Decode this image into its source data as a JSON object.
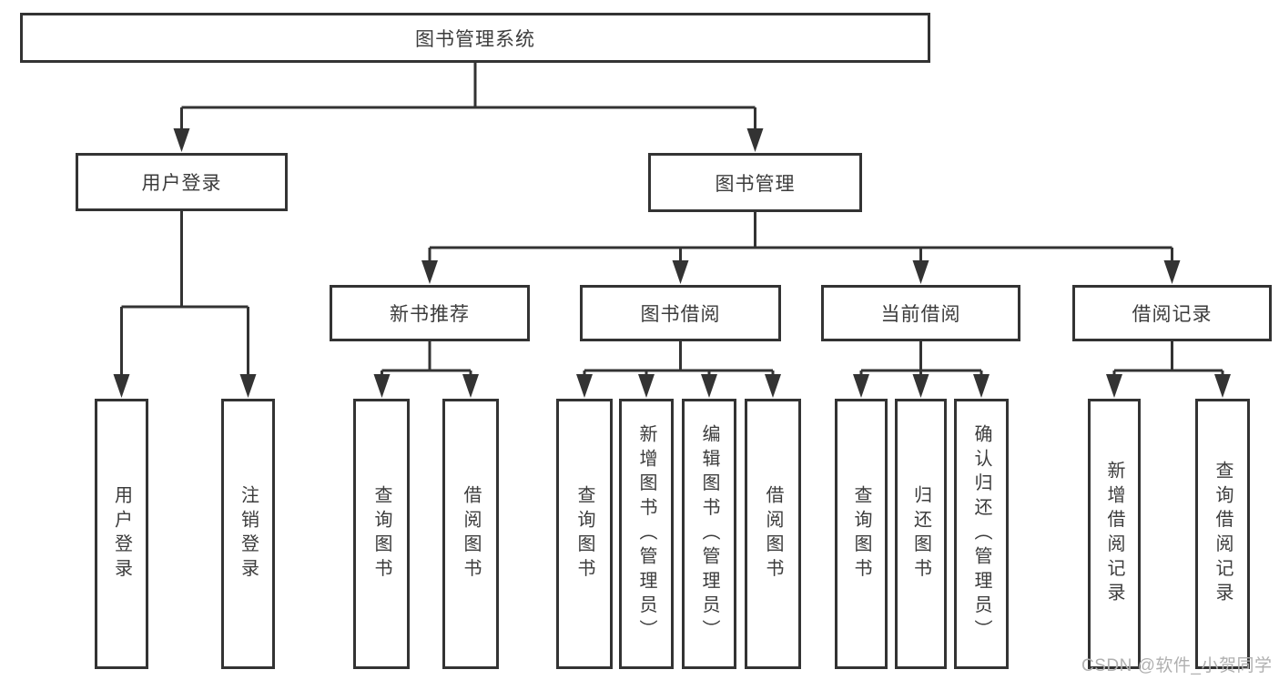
{
  "tree": {
    "root": {
      "label": "图书管理系统"
    },
    "children": [
      {
        "label": "用户登录",
        "children": [
          {
            "label": "用户登录"
          },
          {
            "label": "注销登录"
          }
        ]
      },
      {
        "label": "图书管理",
        "children": [
          {
            "label": "新书推荐",
            "children": [
              {
                "label": "查询图书"
              },
              {
                "label": "借阅图书"
              }
            ]
          },
          {
            "label": "图书借阅",
            "children": [
              {
                "label": "查询图书"
              },
              {
                "label": "新增图书（管理员）"
              },
              {
                "label": "编辑图书（管理员）"
              },
              {
                "label": "借阅图书"
              }
            ]
          },
          {
            "label": "当前借阅",
            "children": [
              {
                "label": "查询图书"
              },
              {
                "label": "归还图书"
              },
              {
                "label": "确认归还（管理员）"
              }
            ]
          },
          {
            "label": "借阅记录",
            "children": [
              {
                "label": "新增借阅记录"
              },
              {
                "label": "查询借阅记录"
              }
            ]
          }
        ]
      }
    ]
  },
  "watermark": {
    "text": "CSDN @软件_小贺同学"
  },
  "colors": {
    "line": "#333333",
    "text": "#3c3c3c",
    "background": "#ffffff",
    "watermark": "#b0b0b0"
  }
}
